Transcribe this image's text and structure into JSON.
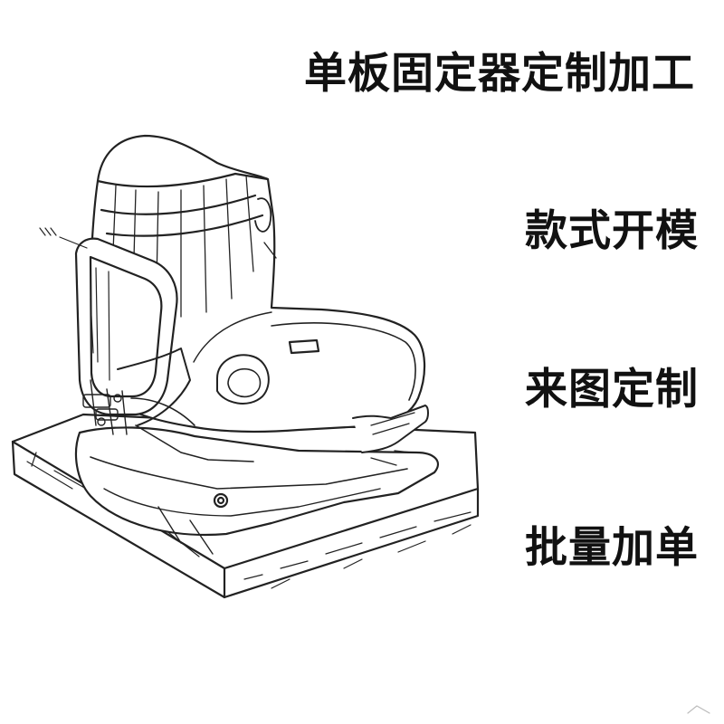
{
  "headline": "单板固定器定制加工",
  "features": [
    "款式开模",
    "来图定制",
    "批量加单"
  ],
  "colors": {
    "background": "#ffffff",
    "text": "#111111",
    "linework": "#222222"
  }
}
